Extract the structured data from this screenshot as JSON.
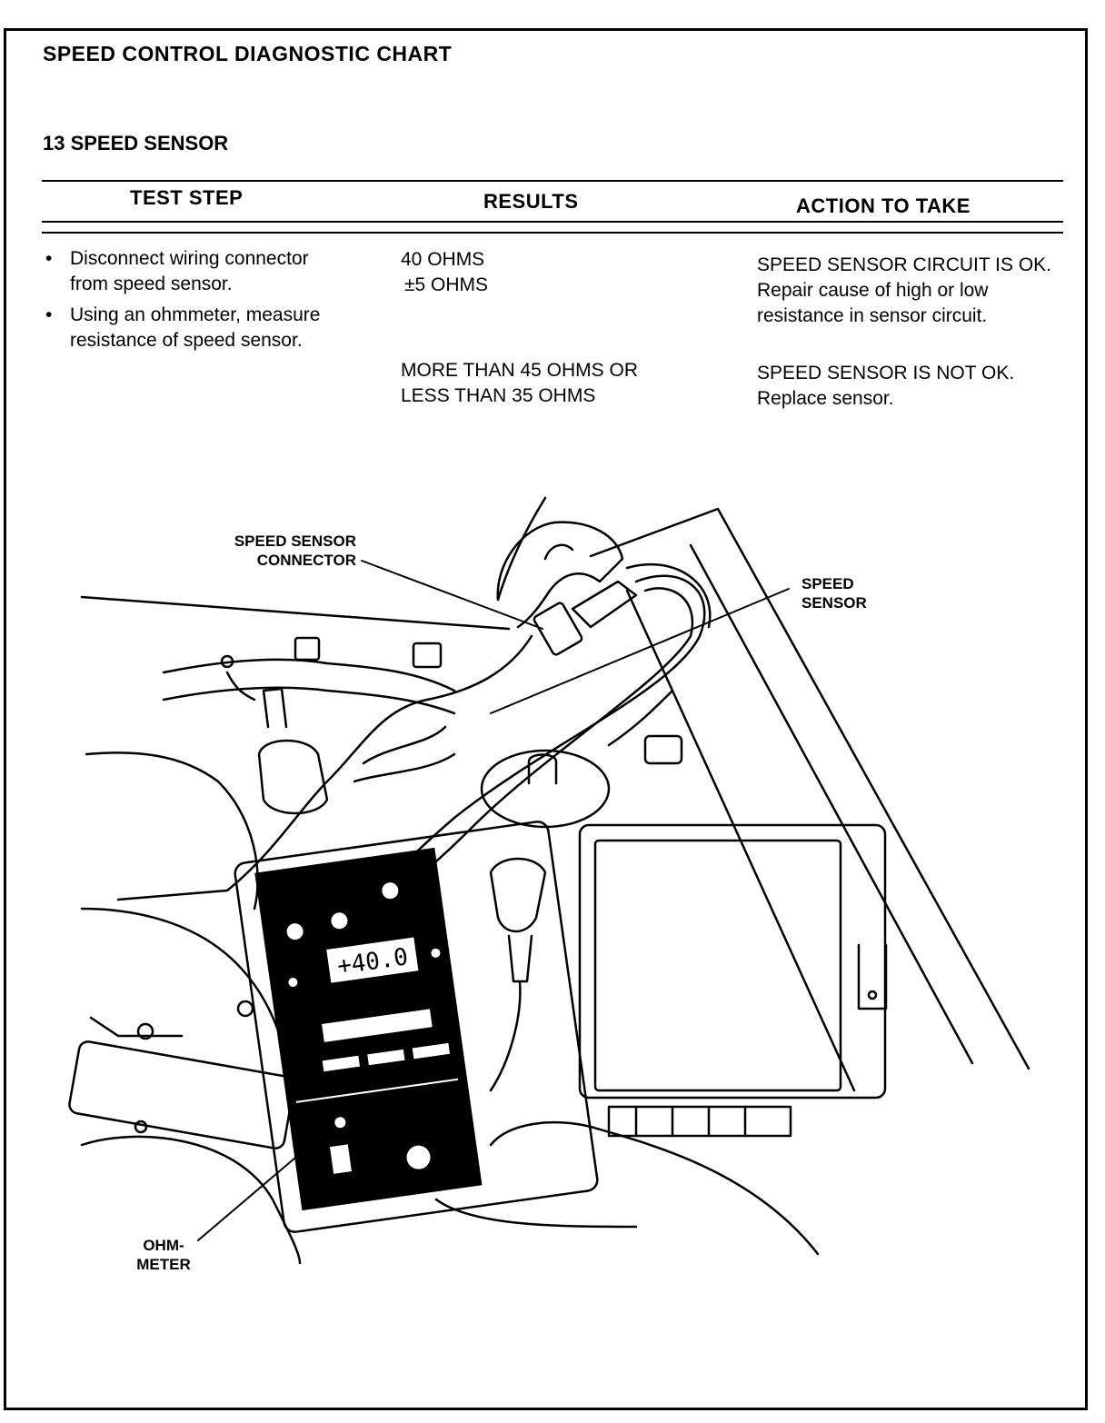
{
  "header": {
    "chart_title": "SPEED CONTROL DIAGNOSTIC CHART",
    "section_title": "13 SPEED SENSOR"
  },
  "table": {
    "columns": [
      "TEST STEP",
      "RESULTS",
      "ACTION TO TAKE"
    ],
    "test_steps": [
      "Disconnect wiring connector from speed sensor.",
      "Using an ohmmeter, measure resistance of speed sensor."
    ],
    "rows": [
      {
        "result_line1": "40 OHMS",
        "result_line2": "±5 OHMS",
        "action_line1": "SPEED SENSOR CIRCUIT IS OK.",
        "action_line2": "Repair cause of high or low resistance in sensor circuit."
      },
      {
        "result_line1": "MORE THAN 45 OHMS OR",
        "result_line2": "LESS THAN 35 OHMS",
        "action_line1": "SPEED SENSOR IS NOT OK.",
        "action_line2": "Replace sensor."
      }
    ]
  },
  "illustration": {
    "callouts": {
      "connector": "SPEED SENSOR CONNECTOR",
      "sensor": "SPEED SENSOR",
      "ohmmeter": "OHM- METER"
    },
    "meter_display": "+40.0"
  }
}
